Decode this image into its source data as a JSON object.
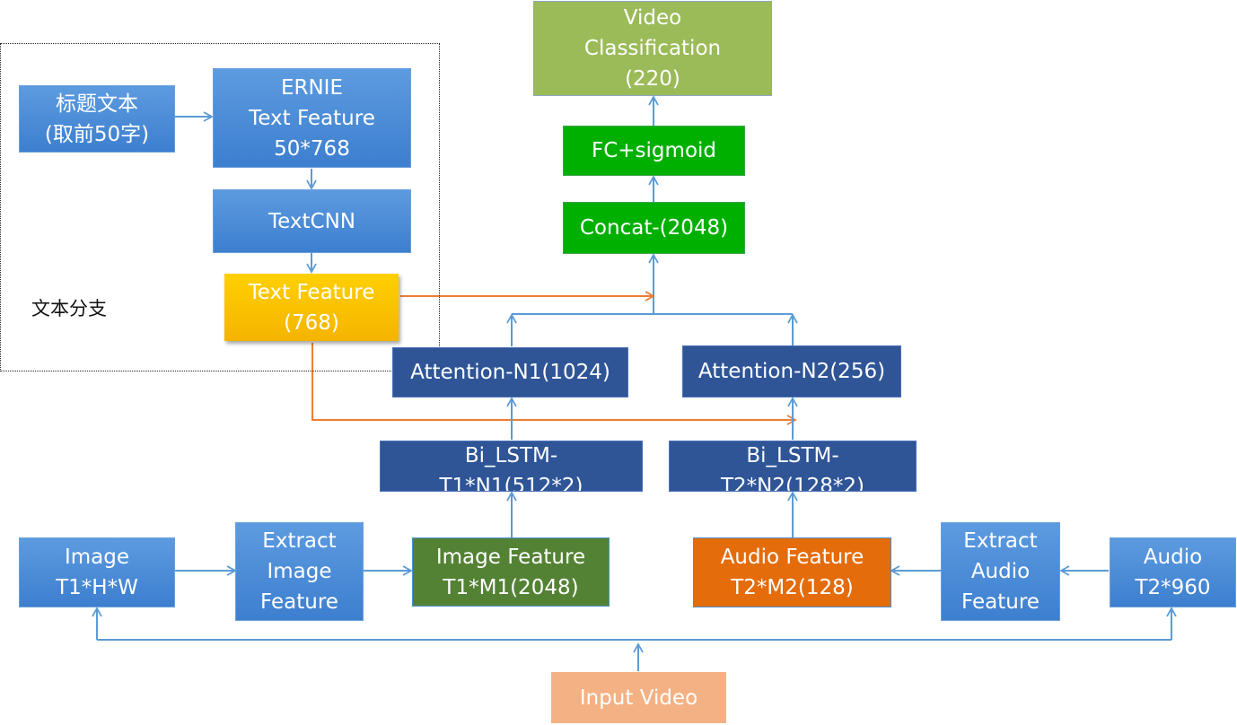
{
  "region": {
    "label": "文本分支"
  },
  "nodes": {
    "title_text": [
      "标题文本",
      "(取前50字)"
    ],
    "ernie": [
      "ERNIE",
      "Text Feature",
      "50*768"
    ],
    "textcnn": [
      "TextCNN"
    ],
    "text_feature": [
      "Text Feature",
      "(768)"
    ],
    "video_classification": [
      "Video",
      "Classification",
      "(220)"
    ],
    "fc_sigmoid": [
      "FC+sigmoid"
    ],
    "concat": [
      "Concat-(2048)"
    ],
    "attention_n1": [
      "Attention-N1(1024)"
    ],
    "attention_n2": [
      "Attention-N2(256)"
    ],
    "bi_lstm_1": [
      "Bi_LSTM-",
      "T1*N1(512*2)"
    ],
    "bi_lstm_2": [
      "Bi_LSTM-",
      "T2*N2(128*2)"
    ],
    "image": [
      "Image",
      "T1*H*W"
    ],
    "extract_image": [
      "Extract",
      "Image",
      "Feature"
    ],
    "image_feature": [
      "Image Feature",
      "T1*M1(2048)"
    ],
    "audio_feature": [
      "Audio Feature",
      "T2*M2(128)"
    ],
    "extract_audio": [
      "Extract",
      "Audio",
      "Feature"
    ],
    "audio": [
      "Audio",
      "T2*960"
    ],
    "input_video": [
      "Input Video"
    ]
  },
  "colors": {
    "connector_blue": "#5b9bd5",
    "connector_orange": "#ed7d31"
  }
}
